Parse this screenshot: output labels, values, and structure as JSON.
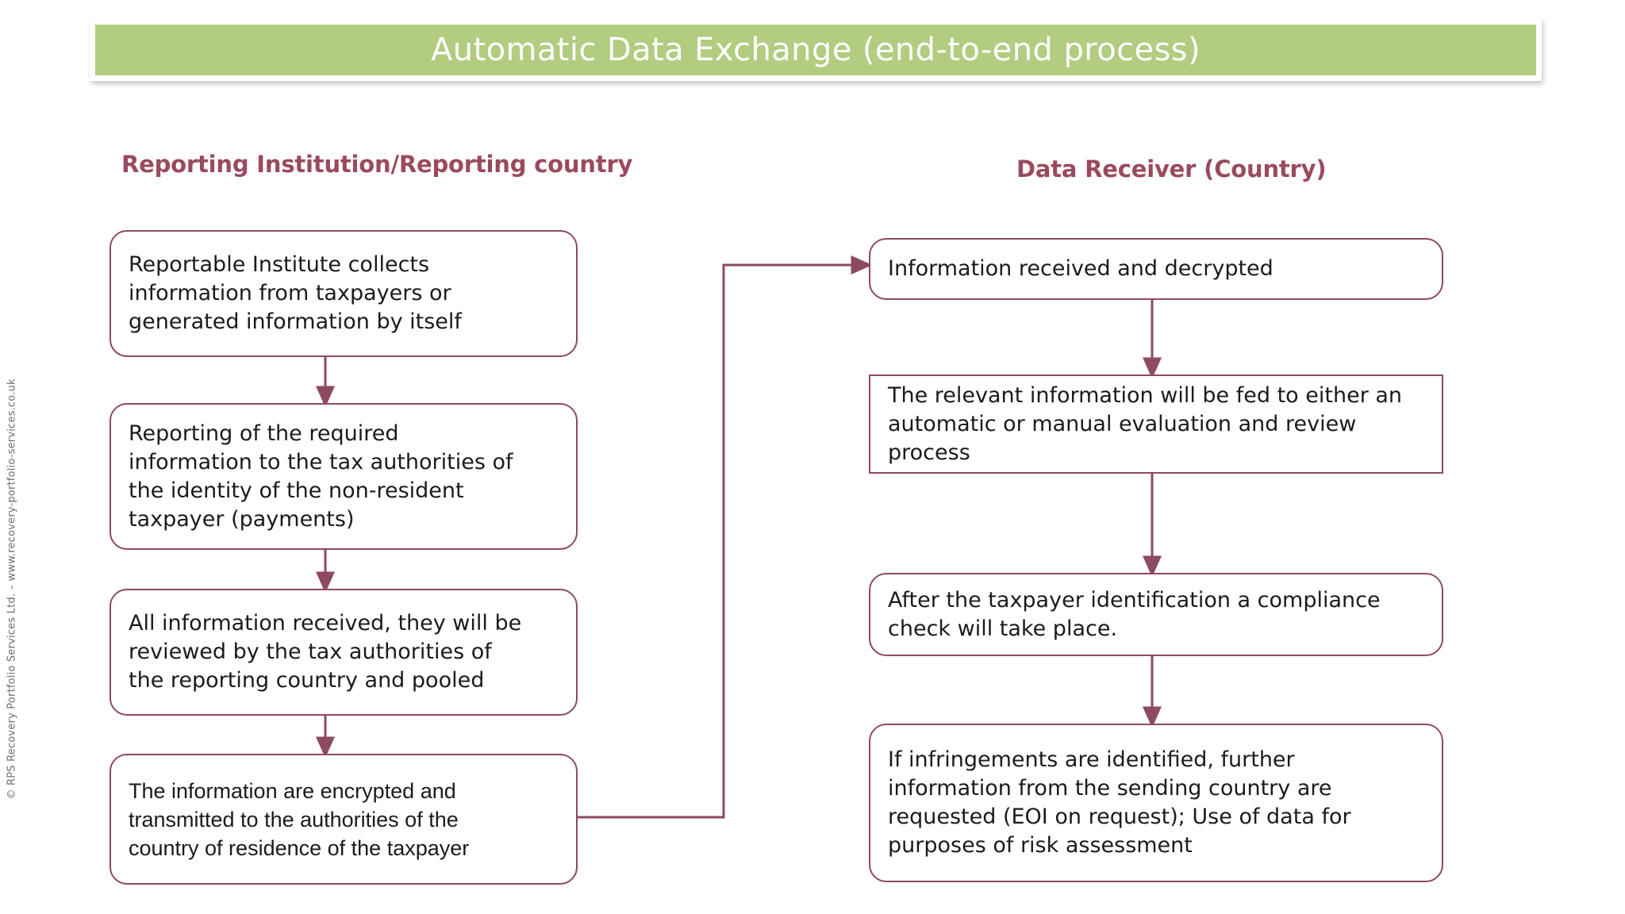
{
  "title": {
    "text": "Automatic Data Exchange (end-to-end process)",
    "bar_color": "#b2cc80",
    "text_color": "#ffffff"
  },
  "accent_color": "#8e4a5e",
  "heading_color": "#9b4a5e",
  "columns": {
    "left": {
      "heading": "Reporting Institution/Reporting country"
    },
    "right": {
      "heading": "Data Receiver (Country)"
    }
  },
  "flow": {
    "left_steps": [
      {
        "id": "l1",
        "text": "Reportable Institute collects\ninformation from taxpayers or\ngenerated information by itself",
        "shape": "rounded"
      },
      {
        "id": "l2",
        "text": "Reporting of the required\ninformation to the tax authorities of\nthe identity of the non-resident\ntaxpayer (payments)",
        "shape": "rounded"
      },
      {
        "id": "l3",
        "text": "All information received, they will be\nreviewed by the tax authorities of\nthe reporting country and pooled",
        "shape": "rounded"
      },
      {
        "id": "l4",
        "text": "The information are encrypted and\ntransmitted to the authorities of the\ncountry of residence of the taxpayer",
        "shape": "rounded"
      }
    ],
    "right_steps": [
      {
        "id": "r1",
        "text": "Information received and decrypted",
        "shape": "rounded"
      },
      {
        "id": "r2",
        "text": "The relevant information will be fed to either an\nautomatic or manual evaluation and review\nprocess",
        "shape": "square"
      },
      {
        "id": "r3",
        "text": "After the taxpayer identification a compliance\ncheck will take place.",
        "shape": "rounded"
      },
      {
        "id": "r4",
        "text": "If infringements are identified, further\ninformation from the sending country are\nrequested (EOI on request); Use of data for\npurposes of risk assessment",
        "shape": "rounded"
      }
    ],
    "connectors": [
      {
        "name": "l1-to-l2",
        "type": "vertical-arrow"
      },
      {
        "name": "l2-to-l3",
        "type": "vertical-arrow"
      },
      {
        "name": "l3-to-l4",
        "type": "vertical-arrow"
      },
      {
        "name": "l4-to-r1",
        "type": "elbow-arrow"
      },
      {
        "name": "r1-to-r2",
        "type": "vertical-arrow"
      },
      {
        "name": "r2-to-r3",
        "type": "vertical-arrow"
      },
      {
        "name": "r3-to-r4",
        "type": "vertical-arrow"
      }
    ]
  },
  "footer": {
    "copyright": "© RPS Recovery Portfolio Services Ltd. – www.recovery-portfolio-services.co.uk"
  }
}
